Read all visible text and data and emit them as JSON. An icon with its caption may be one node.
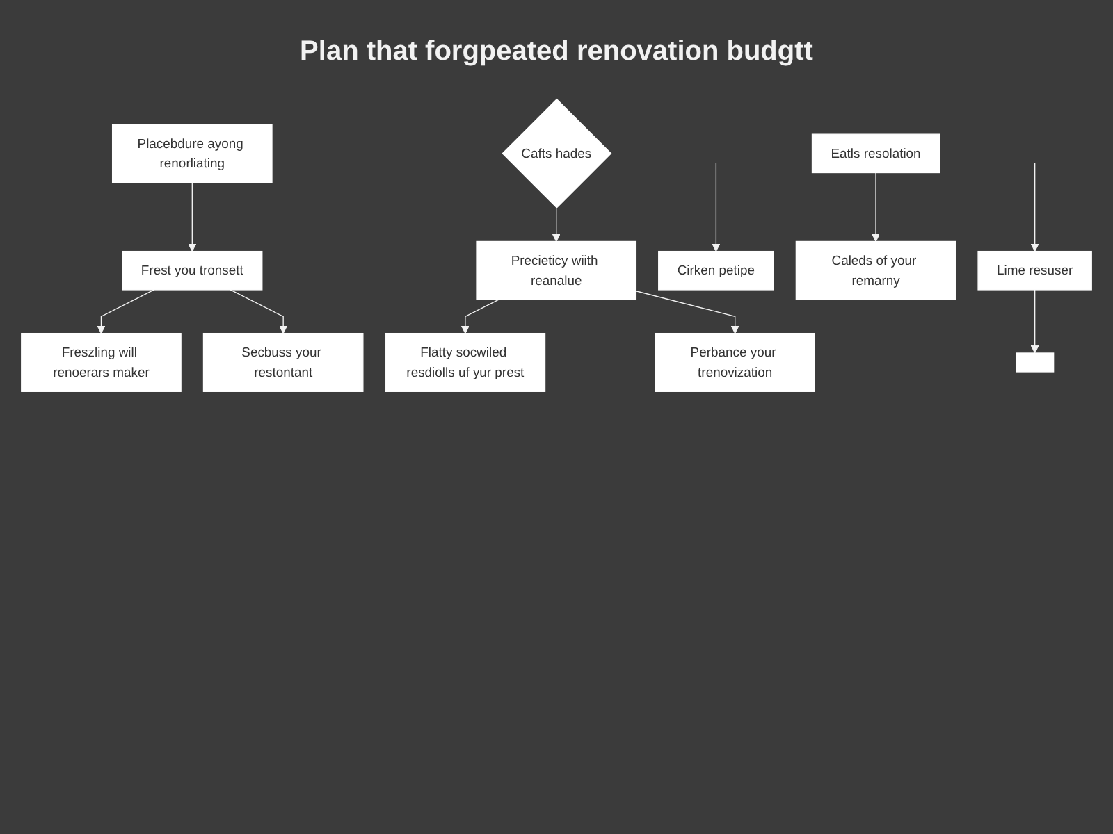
{
  "diagram": {
    "title": "Plan that forgpeated renovation budgtt",
    "nodes": [
      {
        "text": [
          "Placebdure ayong renorliating"
        ]
      },
      {
        "text": [
          "Eatls resolation"
        ]
      },
      {
        "text": [
          "Frest you tronsett"
        ]
      },
      {
        "text": [
          "Lime resuser"
        ]
      },
      {
        "text": [
          "Cirken petipe"
        ]
      },
      {
        "text": [
          "Freszling will renoerars maker"
        ]
      },
      {
        "text": [
          "Secbuss your restontant"
        ]
      },
      {
        "text": [
          "Caleds of your remarny"
        ]
      },
      {
        "text": [],
        "shape": "box"
      },
      {
        "text": [
          "Cafts hades"
        ]
      },
      {
        "text": [
          "Precieticy wiith reanalue"
        ]
      },
      {
        "text": [
          "Flatty socwiled resdiolls uf yur prest"
        ]
      },
      {
        "text": [
          "Perbance your trenovization"
        ]
      }
    ],
    "edges": [
      {
        "from": 0,
        "to": 2,
        "arrow": "to"
      },
      {
        "from": 1,
        "to": 7,
        "arrow": "to"
      },
      {
        "from": null,
        "to": 3,
        "arrow": "to"
      },
      {
        "from": null,
        "to": 4,
        "arrow": "to"
      },
      {
        "from": 2,
        "to": 5,
        "arrow": "to"
      },
      {
        "from": 2,
        "to": 6,
        "arrow": "to"
      },
      {
        "from": 3,
        "to": 8,
        "arrow": "to"
      },
      {
        "from": 9,
        "to": 10,
        "arrow": "to"
      },
      {
        "from": 10,
        "to": 11,
        "arrow": "to"
      },
      {
        "from": 10,
        "to": 12,
        "arrow": "to"
      }
    ]
  }
}
